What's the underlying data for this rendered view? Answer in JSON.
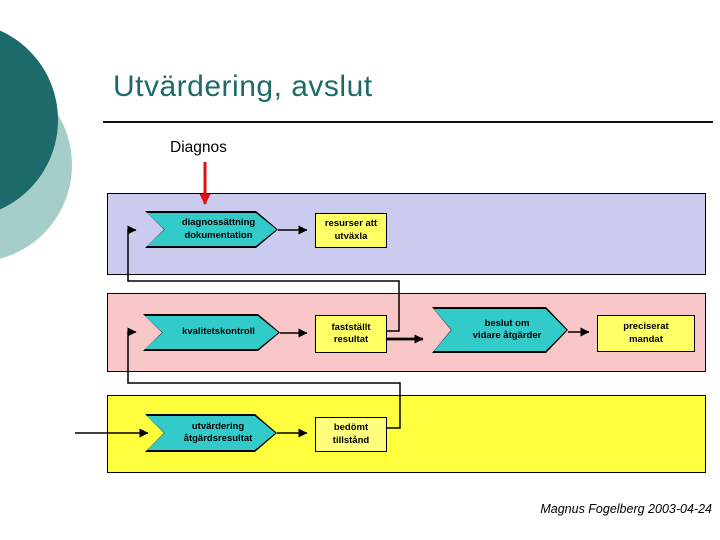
{
  "slide": {
    "title": "Utvärdering, avslut",
    "diagnos_label": "Diagnos",
    "footer": "Magnus Fogelberg 2003-04-24"
  },
  "colors": {
    "title_text": "#1d6a6a",
    "accent_circle_dark": "#1d6a6a",
    "accent_circle_light": "#a6cec8",
    "band_diagnos": "#cbcbef",
    "band_kvalitet": "#f9c7c7",
    "band_utvardering": "#ffff3d",
    "chevron_fill": "#33caca",
    "box_fill": "#ffff66",
    "arrow_red": "#df1111",
    "connector_black": "#000000"
  },
  "diagram": {
    "chevrons": {
      "diagnossattning": {
        "lines": [
          "diagnossättning",
          "dokumentation"
        ]
      },
      "kvalitetskontroll": {
        "lines": [
          "kvalitetskontroll"
        ]
      },
      "beslut": {
        "lines": [
          "beslut om",
          "vidare åtgärder"
        ]
      },
      "utvardering": {
        "lines": [
          "utvärdering",
          "åtgärdsresultat"
        ]
      }
    },
    "boxes": {
      "resurser": {
        "lines": [
          "resurser att",
          "utväxla"
        ]
      },
      "faststallt": {
        "lines": [
          "fastställt",
          "resultat"
        ]
      },
      "preciserat": {
        "lines": [
          "preciserat",
          "mandat"
        ]
      },
      "bedomt": {
        "lines": [
          "bedömt",
          "tillstånd"
        ]
      }
    }
  }
}
